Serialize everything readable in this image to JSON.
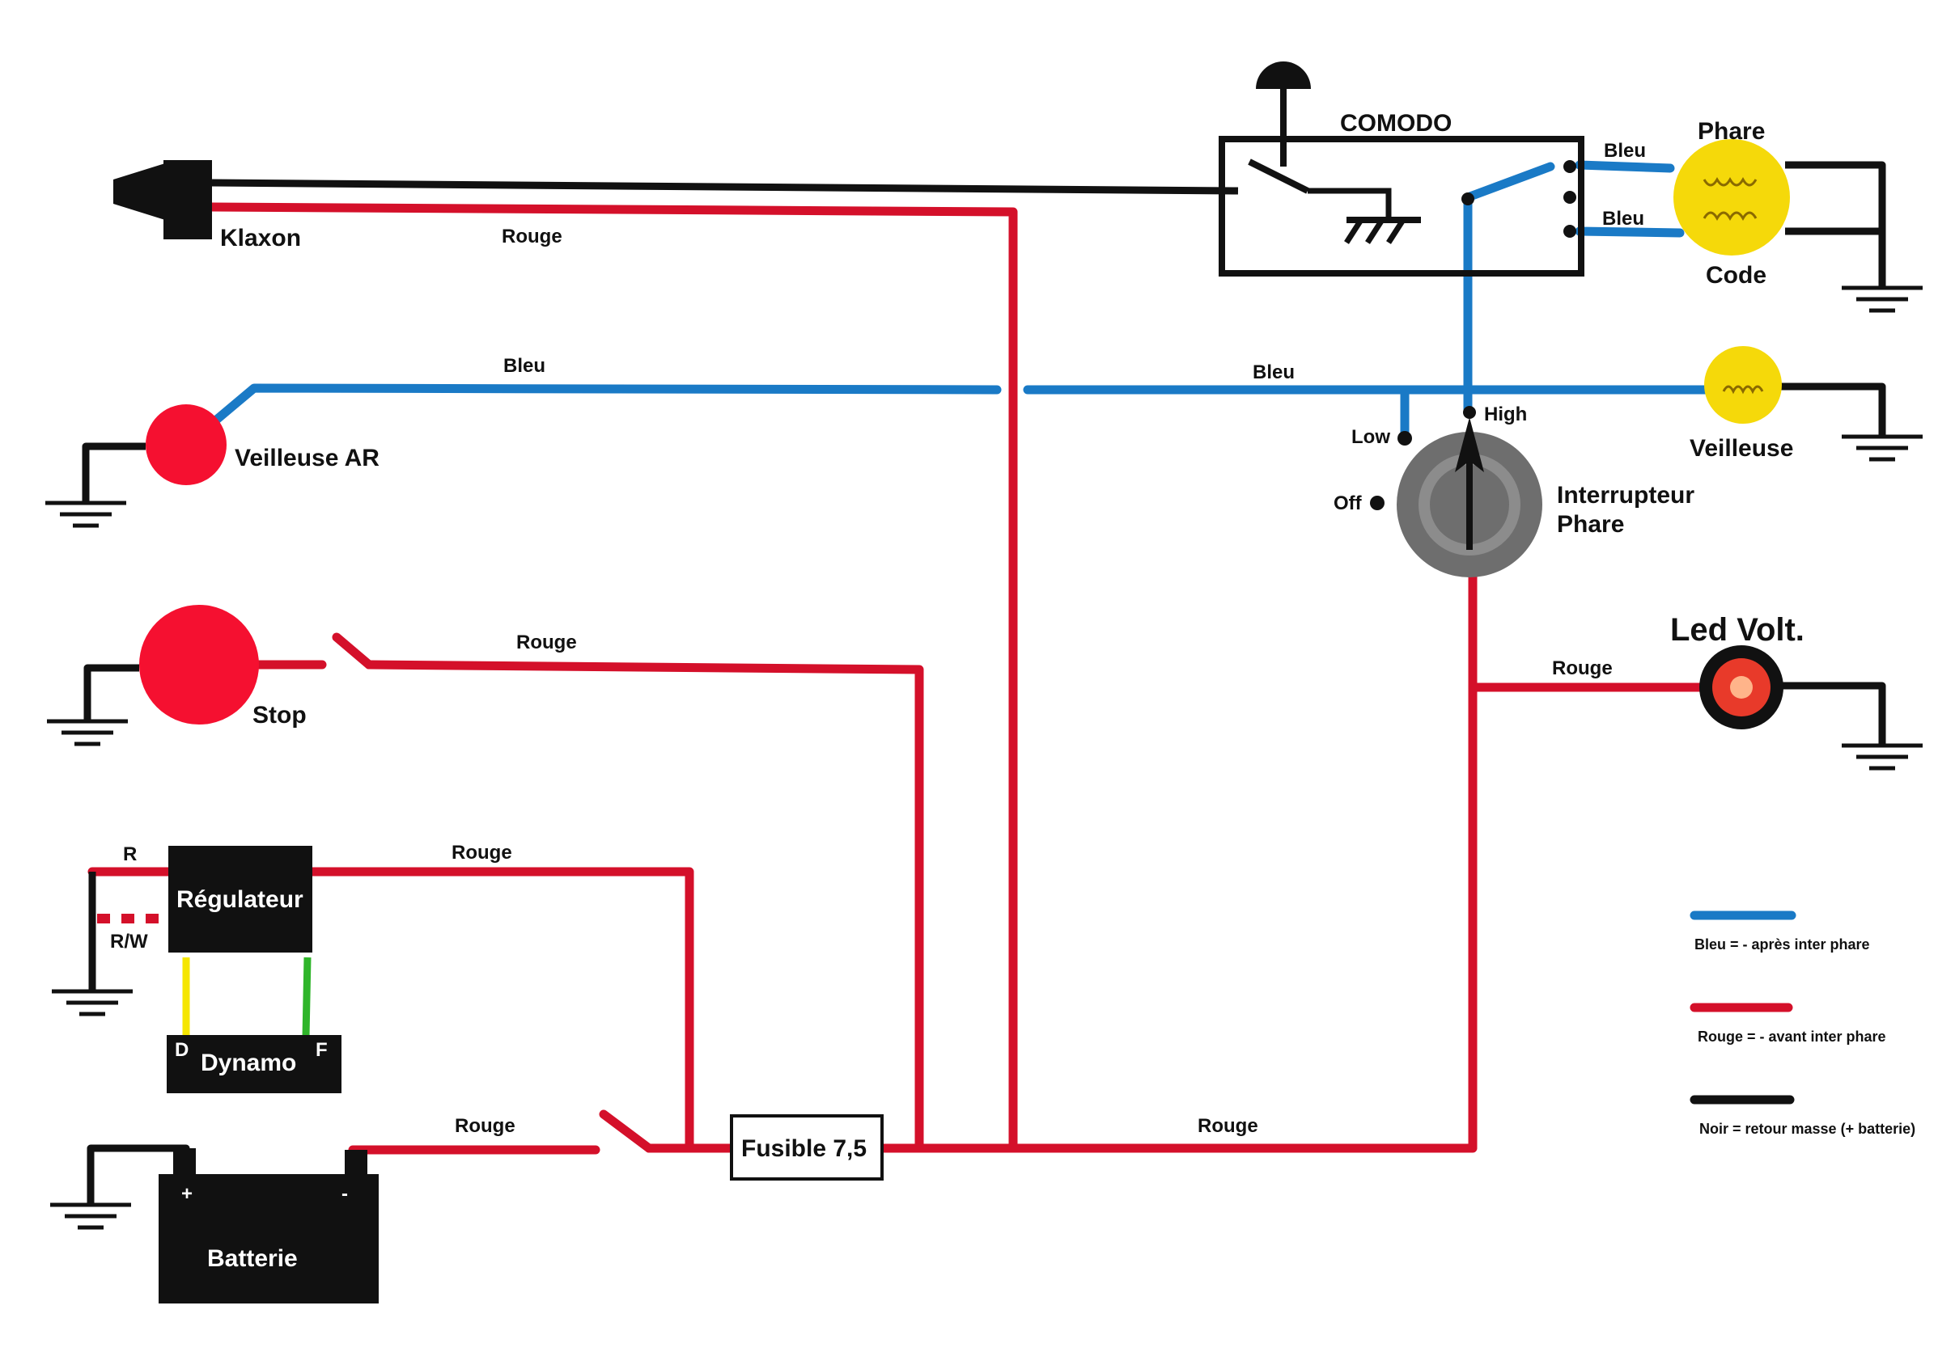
{
  "colors": {
    "red": "#d4102a",
    "blue": "#1a7ac6",
    "black": "#111111",
    "yellow": "#f5d90a",
    "lamp_red": "#f51030",
    "switch_gray": "#6e6e6e"
  },
  "components": {
    "klaxon": "Klaxon",
    "comodo": "COMODO",
    "phare": "Phare",
    "code": "Code",
    "veilleuse": "Veilleuse",
    "veilleuse_ar": "Veilleuse AR",
    "stop": "Stop",
    "regulateur": "Régulateur",
    "dynamo": "Dynamo",
    "dynamo_d": "D",
    "dynamo_f": "F",
    "batterie": "Batterie",
    "batt_plus": "+",
    "batt_minus": "-",
    "fusible": "Fusible 7,5",
    "interrupteur_line1": "Interrupteur",
    "interrupteur_line2": "Phare",
    "led": "Led Volt."
  },
  "switch_positions": {
    "low": "Low",
    "off": "Off",
    "high": "High"
  },
  "wire_labels": {
    "rouge_klaxon": "Rouge",
    "bleu_veilleuse_ar": "Bleu",
    "bleu_main": "Bleu",
    "bleu_phare": "Bleu",
    "bleu_code": "Bleu",
    "rouge_stop": "Rouge",
    "rouge_led": "Rouge",
    "rouge_regulateur": "Rouge",
    "rouge_batterie": "Rouge",
    "rouge_bottom": "Rouge",
    "reg_r": "R",
    "reg_rw": "R/W"
  },
  "legend": [
    {
      "color": "#1a7ac6",
      "text": "Bleu = - après inter phare"
    },
    {
      "color": "#d4102a",
      "text": "Rouge = - avant inter phare"
    },
    {
      "color": "#111111",
      "text": "Noir = retour masse (+ batterie)"
    }
  ]
}
